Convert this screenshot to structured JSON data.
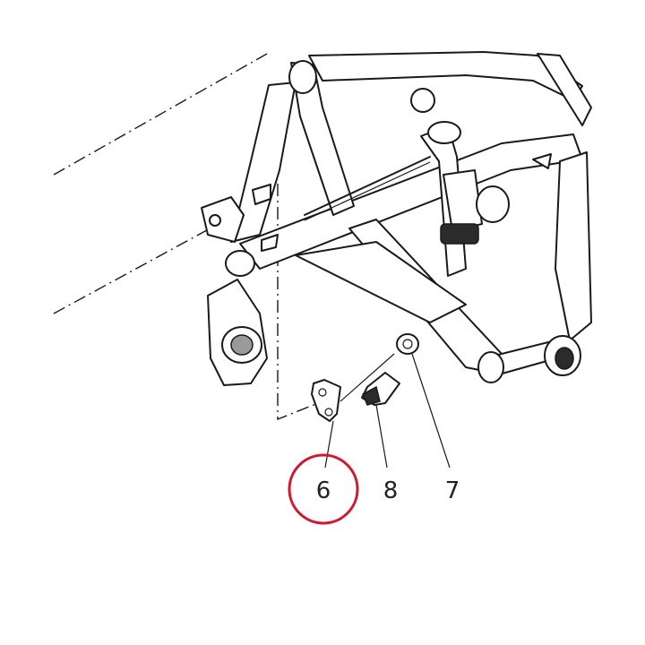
{
  "callouts": [
    {
      "id": "6",
      "label": "6",
      "highlighted": true
    },
    {
      "id": "8",
      "label": "8",
      "highlighted": false
    },
    {
      "id": "7",
      "label": "7",
      "highlighted": false
    }
  ],
  "colors": {
    "line": "#1a1a1a",
    "highlight": "#d0182f",
    "background": "#ffffff"
  }
}
